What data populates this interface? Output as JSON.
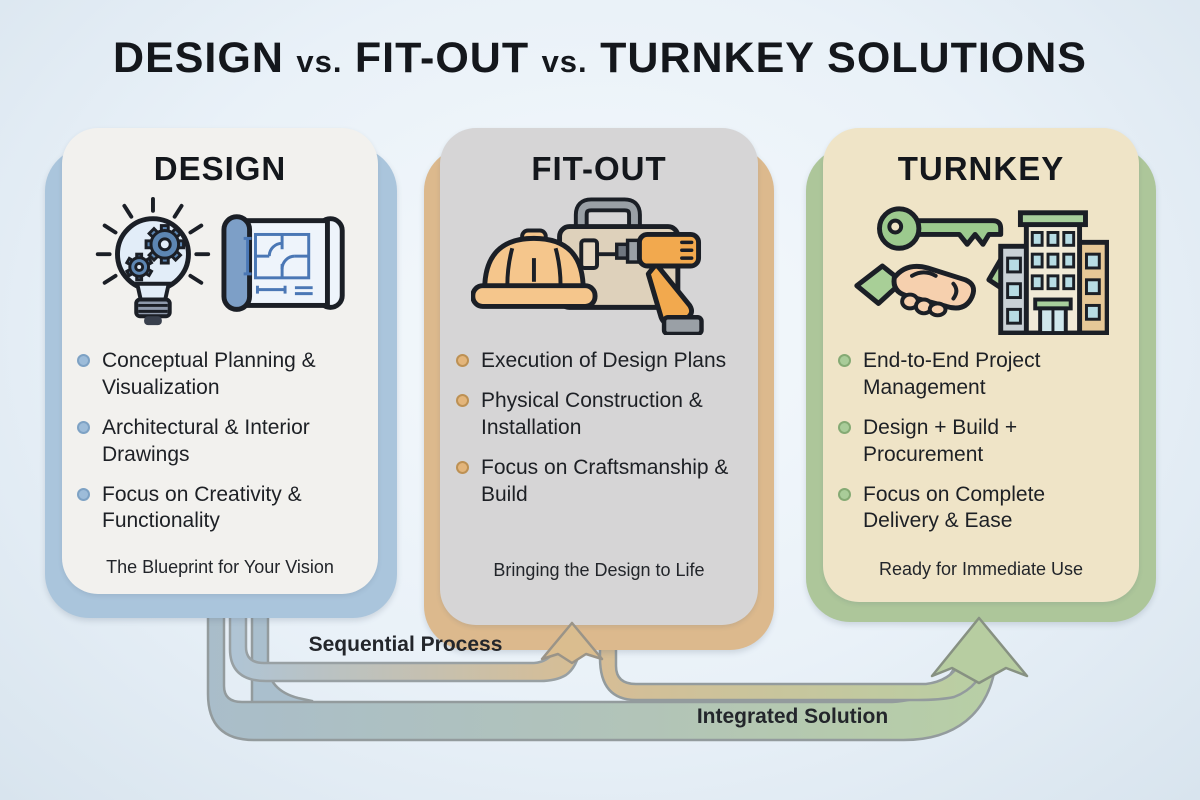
{
  "title": {
    "parts": [
      "DESIGN",
      "vs.",
      "FIT-OUT",
      "vs.",
      "TURNKEY SOLUTIONS"
    ]
  },
  "cards": [
    {
      "title": "DESIGN",
      "bullets": [
        "Conceptual Planning & Visualization",
        "Architectural & Interior Drawings",
        "Focus on Creativity & Functionality"
      ],
      "tagline": "The Blueprint for Your Vision",
      "accent": "#aac5dc",
      "bg": "#f2f1ee",
      "dot": "#9dbcd9",
      "dot_ring": "#7ea2c4",
      "icons": [
        "lightbulb-gears-icon",
        "blueprint-icon"
      ]
    },
    {
      "title": "FIT-OUT",
      "bullets": [
        "Execution of Design Plans",
        "Physical Construction & Installation",
        "Focus on Craftsmanship & Build"
      ],
      "tagline": "Bringing the Design to Life",
      "accent": "#dcb98d",
      "bg": "#d6d5d6",
      "dot": "#e3b57b",
      "dot_ring": "#bd9154",
      "icons": [
        "hard-hat-icon",
        "toolbox-icon",
        "drill-icon"
      ]
    },
    {
      "title": "TURNKEY",
      "bullets": [
        "End-to-End Project Management",
        "Design + Build + Procurement",
        "Focus on Complete Delivery & Ease"
      ],
      "tagline": "Ready for Immediate Use",
      "accent": "#adc69a",
      "bg": "#efe4c7",
      "dot": "#a9cc99",
      "dot_ring": "#85aa74",
      "icons": [
        "key-icon",
        "handshake-icon",
        "building-icon"
      ]
    }
  ],
  "flow": {
    "sequential_label": "Sequential Process",
    "integrated_label": "Integrated Solution",
    "sequential_colors": [
      "#afc4d5",
      "#d9bd90"
    ],
    "integrated_colors": [
      "#a9bdca",
      "#b8cfa4"
    ]
  }
}
